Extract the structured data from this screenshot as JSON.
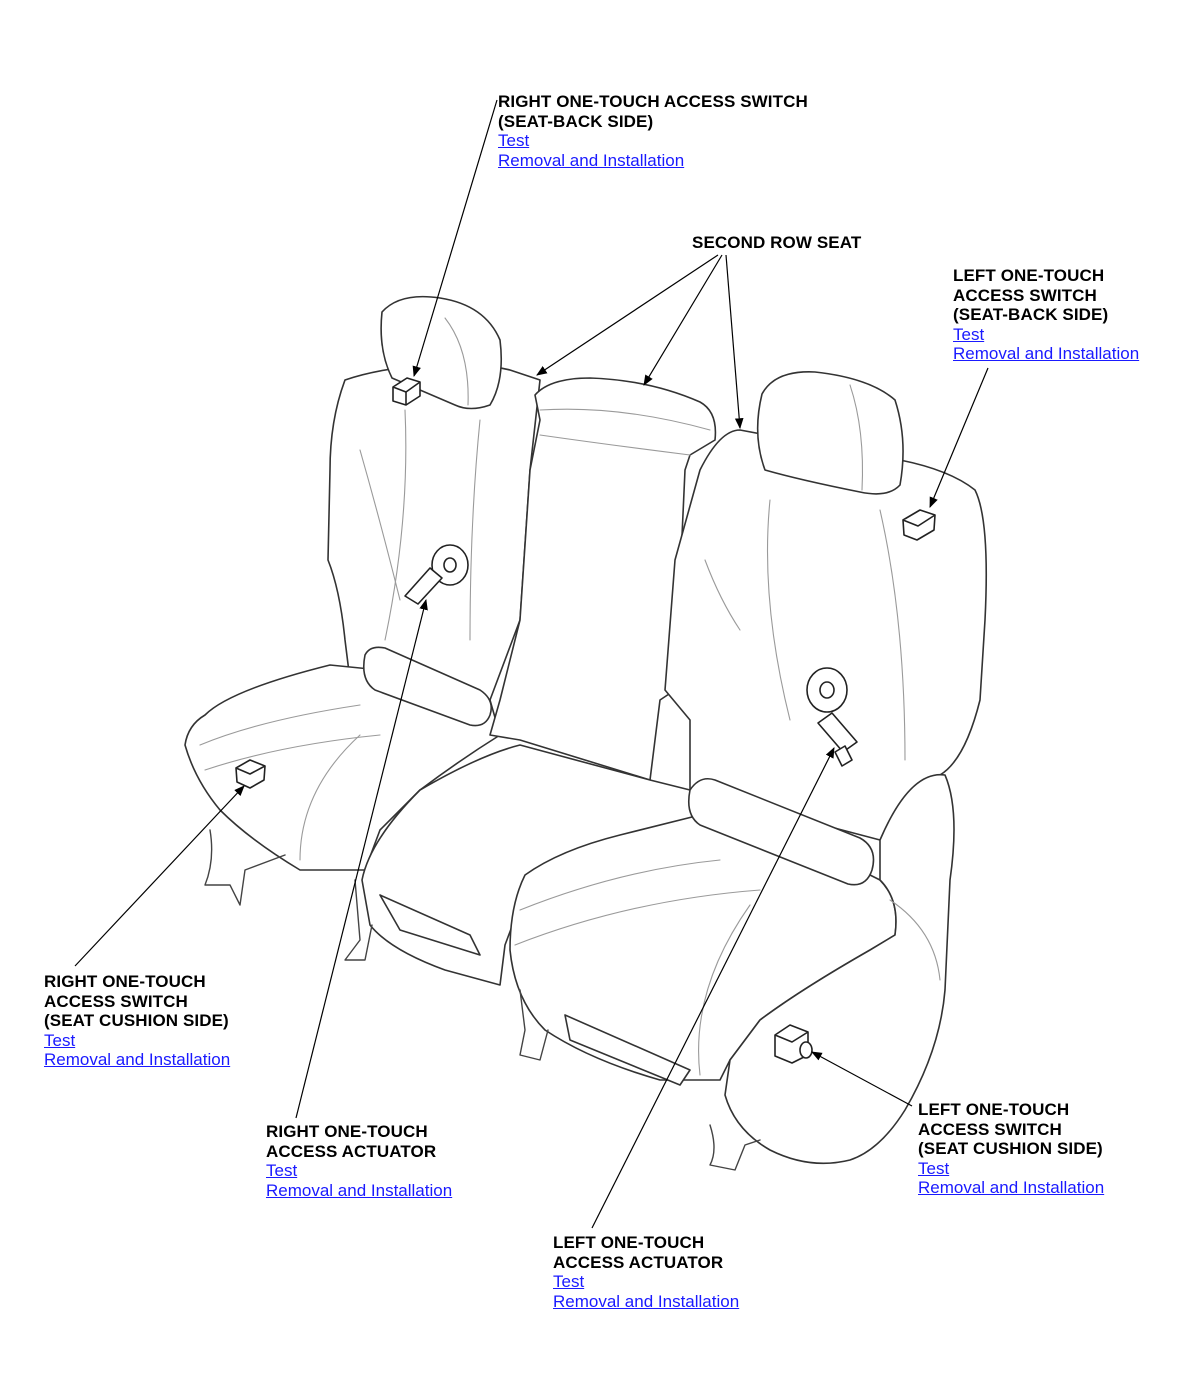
{
  "callouts": {
    "right_switch_seatback": {
      "title_lines": [
        "RIGHT ONE-TOUCH ACCESS SWITCH",
        "(SEAT-BACK SIDE)"
      ],
      "links": [
        "Test",
        "Removal and Installation"
      ]
    },
    "second_row_seat": {
      "title_lines": [
        "SECOND ROW SEAT"
      ]
    },
    "left_switch_seatback": {
      "title_lines": [
        "LEFT ONE-TOUCH",
        "ACCESS SWITCH",
        "(SEAT-BACK SIDE)"
      ],
      "links": [
        "Test",
        "Removal and Installation"
      ]
    },
    "right_switch_cushion": {
      "title_lines": [
        "RIGHT ONE-TOUCH",
        "ACCESS SWITCH",
        "(SEAT CUSHION SIDE)"
      ],
      "links": [
        "Test",
        "Removal and Installation"
      ]
    },
    "right_actuator": {
      "title_lines": [
        "RIGHT ONE-TOUCH",
        "ACCESS ACTUATOR"
      ],
      "links": [
        "Test",
        "Removal and Installation"
      ]
    },
    "left_switch_cushion": {
      "title_lines": [
        "LEFT ONE-TOUCH",
        "ACCESS SWITCH",
        "(SEAT CUSHION SIDE)"
      ],
      "links": [
        "Test",
        "Removal and Installation"
      ]
    },
    "left_actuator": {
      "title_lines": [
        "LEFT ONE-TOUCH",
        "ACCESS ACTUATOR"
      ],
      "links": [
        "Test",
        "Removal and Installation"
      ]
    }
  },
  "colors": {
    "link": "#1a1aff",
    "text": "#000000",
    "line_art": "#333333"
  }
}
